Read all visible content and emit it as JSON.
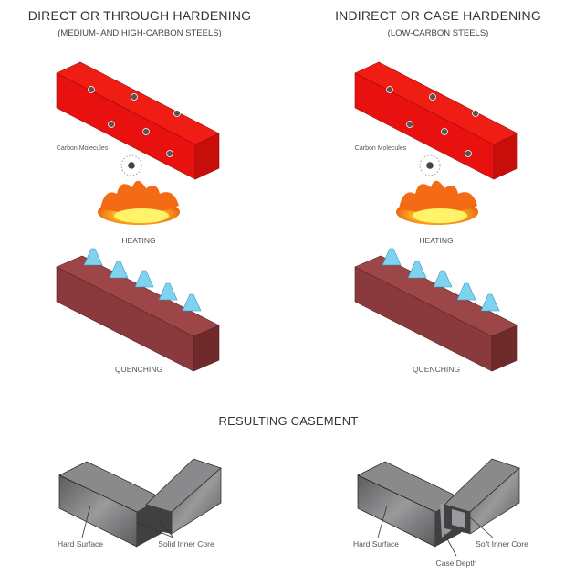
{
  "left": {
    "title": "DIRECT OR THROUGH HARDENING",
    "subtitle": "(MEDIUM- AND HIGH-CARBON STEELS)",
    "carbon_label": "Carbon Molecules",
    "heating_label": "HEATING",
    "quenching_label": "QUENCHING",
    "result_labels": {
      "surface": "Hard Surface",
      "core": "Solid Inner Core"
    }
  },
  "right": {
    "title": "INDIRECT OR CASE HARDENING",
    "subtitle": "(LOW-CARBON STEELS)",
    "carbon_label": "Carbon Molecules",
    "heating_label": "HEATING",
    "quenching_label": "QUENCHING",
    "result_labels": {
      "surface": "Hard Surface",
      "core": "Soft Inner Core",
      "case": "Case Depth"
    }
  },
  "section_title": "RESULTING CASEMENT",
  "colors": {
    "hot_steel": "#e8110f",
    "quenched_steel": "#8a3a3c",
    "flame": "#f7a21b",
    "water": "#4fc3e8",
    "steel": "#6e6e70"
  }
}
